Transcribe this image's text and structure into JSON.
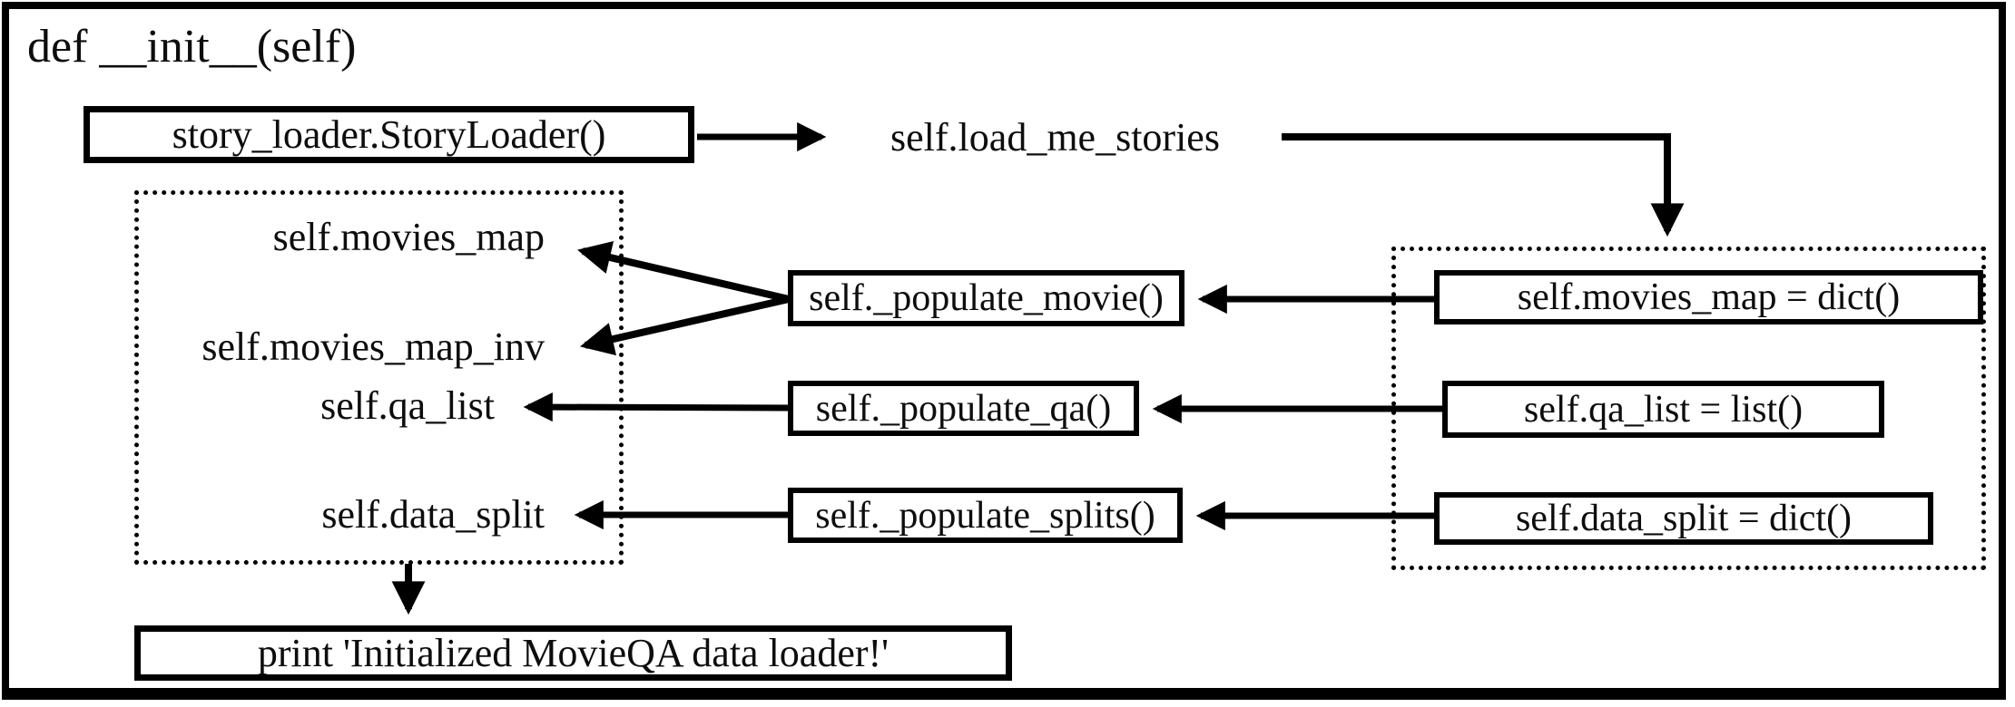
{
  "title": "def __init__(self)",
  "nodes": {
    "story_loader": "story_loader.StoryLoader()",
    "load_me_stories": "self.load_me_stories",
    "populate_movie": "self._populate_movie()",
    "populate_qa": "self._populate_qa()",
    "populate_splits": "self._populate_splits()",
    "movies_map_init": "self.movies_map = dict()",
    "qa_list_init": "self.qa_list = list()",
    "data_split_init": "self.data_split = dict()",
    "movies_map": "self.movies_map",
    "movies_map_inv": "self.movies_map_inv",
    "qa_list": "self.qa_list",
    "data_split": "self.data_split",
    "print_statement": "print 'Initialized MovieQA data loader!'"
  },
  "colors": {
    "ink": "#000000",
    "background": "#ffffff"
  }
}
